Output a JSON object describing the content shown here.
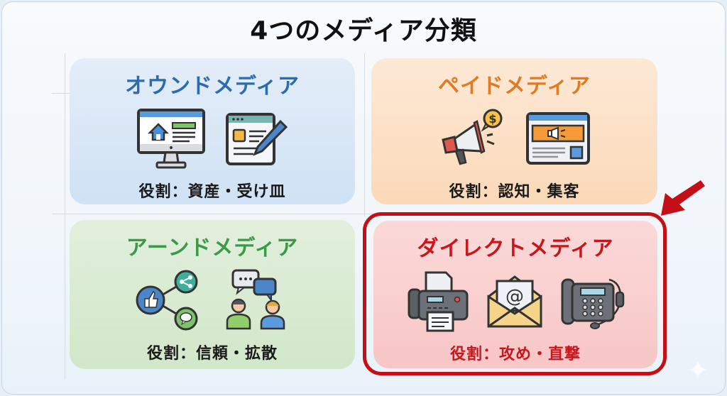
{
  "title": "4つのメディア分類",
  "colors": {
    "owned": "#2b6cb0",
    "paid": "#e07b22",
    "earned": "#3a9a48",
    "direct": "#c8161d",
    "highlight_border": "#c40f16"
  },
  "cards": [
    {
      "key": "owned",
      "title": "オウンドメディア",
      "role": "役割：資産・受け皿",
      "icons": [
        "website-monitor-icon",
        "blog-edit-icon"
      ]
    },
    {
      "key": "paid",
      "title": "ペイドメディア",
      "role": "役割：認知・集客",
      "icons": [
        "megaphone-dollar-icon",
        "web-ad-banner-icon"
      ]
    },
    {
      "key": "earned",
      "title": "アーンドメディア",
      "role": "役割：信頼・拡散",
      "icons": [
        "social-share-icon",
        "people-conversation-icon"
      ]
    },
    {
      "key": "direct",
      "title": "ダイレクトメディア",
      "role": "役割：攻め・直撃",
      "icons": [
        "fax-machine-icon",
        "email-envelope-icon",
        "telephone-headset-icon"
      ],
      "highlighted": true
    }
  ],
  "annotations": {
    "highlight_arrow": "arrow-pointing-to-direct-media"
  }
}
